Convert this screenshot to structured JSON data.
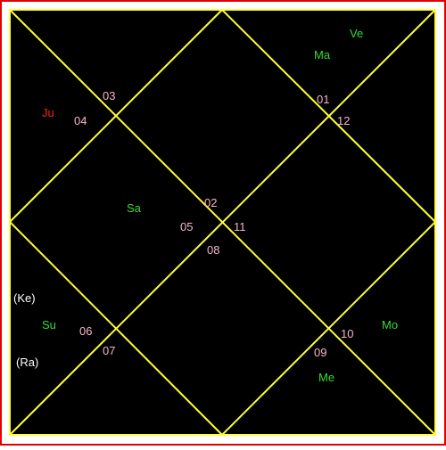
{
  "colors": {
    "outer_border": "#e00000",
    "lines": "#ffff33",
    "background": "#000000",
    "house_number": "#f4b6c8",
    "planet_green": "#33dd33",
    "planet_red": "#ff2222",
    "planet_white": "#ffffff"
  },
  "houses": [
    {
      "id": "h01",
      "label": "01"
    },
    {
      "id": "h02",
      "label": "02"
    },
    {
      "id": "h03",
      "label": "03"
    },
    {
      "id": "h04",
      "label": "04"
    },
    {
      "id": "h05",
      "label": "05"
    },
    {
      "id": "h06",
      "label": "06"
    },
    {
      "id": "h07",
      "label": "07"
    },
    {
      "id": "h08",
      "label": "08"
    },
    {
      "id": "h09",
      "label": "09"
    },
    {
      "id": "h10",
      "label": "10"
    },
    {
      "id": "h11",
      "label": "11"
    },
    {
      "id": "h12",
      "label": "12"
    }
  ],
  "planets": [
    {
      "id": "ve",
      "label": "Ve",
      "color": "green"
    },
    {
      "id": "ma",
      "label": "Ma",
      "color": "green"
    },
    {
      "id": "ju",
      "label": "Ju",
      "color": "red"
    },
    {
      "id": "sa",
      "label": "Sa",
      "color": "green"
    },
    {
      "id": "ke",
      "label": "(Ke)",
      "color": "white"
    },
    {
      "id": "su",
      "label": "Su",
      "color": "green"
    },
    {
      "id": "ra",
      "label": "(Ra)",
      "color": "white"
    },
    {
      "id": "mo",
      "label": "Mo",
      "color": "green"
    },
    {
      "id": "me",
      "label": "Me",
      "color": "green"
    }
  ]
}
